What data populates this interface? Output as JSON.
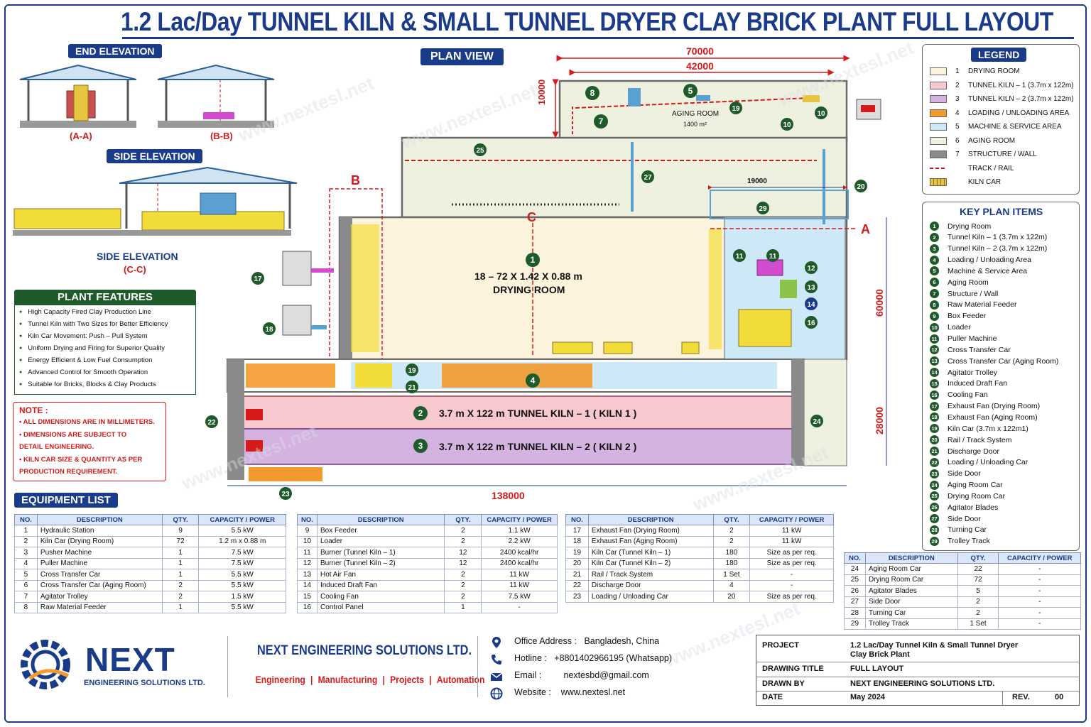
{
  "title": "1.2 Lac/Day TUNNEL KILN & SMALL TUNNEL DRYER CLAY BRICK PLANT FULL LAYOUT",
  "views": {
    "end_elevation": "END ELEVATION",
    "section_a": "(A-A)",
    "section_b": "(B-B)",
    "side_elevation_tag": "SIDE ELEVATION",
    "side_elevation_label": "SIDE ELEVATION",
    "side_elevation_section": "(C-C)",
    "plan_view": "PLAN VIEW"
  },
  "dimensions": {
    "d70000": "70000",
    "d42000": "42000",
    "d10000": "10000",
    "d19000": "19000",
    "d60000": "60000",
    "d28000": "28000",
    "d138000": "138000"
  },
  "plan": {
    "aging_room": "AGING ROOM",
    "aging_area": "1400 m²",
    "drying_dims": "18 – 72 X 1.42 X 0.88 m",
    "drying_room": "DRYING ROOM",
    "kiln1": "3.7 m X 122 m TUNNEL KILN – 1  ( KILN 1 )",
    "kiln2": "3.7 m X 122 m TUNNEL KILN – 2  ( KILN 2 )",
    "section_a": "A",
    "section_b": "B",
    "section_c": "C",
    "markers": [
      "1",
      "2",
      "3",
      "4",
      "5",
      "7",
      "8",
      "10",
      "10",
      "11",
      "11",
      "12",
      "13",
      "14",
      "16",
      "17",
      "18",
      "19",
      "19",
      "20",
      "21",
      "22",
      "23",
      "24",
      "25",
      "27",
      "29"
    ]
  },
  "legend": {
    "title": "LEGEND",
    "items": [
      {
        "num": "1",
        "label": "DRYING ROOM",
        "color": "#fbf3dc"
      },
      {
        "num": "2",
        "label": "TUNNEL KILN – 1 (3.7m x 122m)",
        "color": "#f7c9cf"
      },
      {
        "num": "3",
        "label": "TUNNEL KILN – 2 (3.7m x 122m)",
        "color": "#d5b3e0"
      },
      {
        "num": "4",
        "label": "LOADING / UNLOADING AREA",
        "color": "#f39a2e"
      },
      {
        "num": "5",
        "label": "MACHINE & SERVICE AREA",
        "color": "#cde8f6"
      },
      {
        "num": "6",
        "label": "AGING ROOM",
        "color": "#eef1df"
      },
      {
        "num": "7",
        "label": "STRUCTURE / WALL",
        "color": "#8a8a8a"
      },
      {
        "num": "",
        "label": "TRACK / RAIL",
        "color": ""
      },
      {
        "num": "",
        "label": "KILN CAR",
        "color": ""
      }
    ]
  },
  "key_plan": {
    "title": "KEY PLAN ITEMS",
    "items": [
      "Drying Room",
      "Tunnel Kiln – 1 (3.7m x 122m)",
      "Tunnel Kiln – 2 (3.7m x 122m)",
      "Loading / Unloading Area",
      "Machine & Service Area",
      "Aging Room",
      "Structure / Wall",
      "Raw Material Feeder",
      "Box Feeder",
      "Loader",
      "Puller Machine",
      "Cross Transfer Car",
      "Cross Transfer Car (Aging Room)",
      "Agitator Trolley",
      "Induced Draft Fan",
      "Cooling Fan",
      "Exhaust Fan (Drying Room)",
      "Exhaust Fan (Aging Room)",
      "Kiln Car (3.7m x 122m1)",
      "Rail / Track System",
      "Discharge Door",
      "Loading / Unloading Car",
      "Side Door",
      "Aging Room Car",
      "Drying Room Car",
      "Agitator Blades",
      "Side Door",
      "Turning Car",
      "Trolley Track"
    ]
  },
  "features": {
    "title": "PLANT FEATURES",
    "items": [
      "High Capacity Fired Clay Production Line",
      "Tunnel Kiln with Two Sizes for Better Efficiency",
      "Kiln Car Movement: Push – Pull System",
      "Uniform Drying and Firing for Superior Quality",
      "Energy Efficient & Low Fuel Consumption",
      "Advanced Control for Smooth Operation",
      "Suitable for Bricks, Blocks & Clay Products"
    ]
  },
  "note": {
    "title": "NOTE :",
    "lines": [
      "• ALL DIMENSIONS ARE IN MILLIMETERS.",
      "• DIMENSIONS ARE SUBJECT TO",
      "   DETAIL ENGINEERING.",
      "• KILN CAR SIZE & QUANTITY AS PER",
      "   PRODUCTION REQUIREMENT."
    ]
  },
  "equipment": {
    "title": "EQUIPMENT LIST",
    "headers": [
      "NO.",
      "DESCRIPTION",
      "QTY.",
      "CAPACITY / POWER"
    ],
    "table1": [
      [
        "1",
        "Hydraulic Station",
        "9",
        "5.5 kW"
      ],
      [
        "2",
        "Kiln Car (Drying Room)",
        "72",
        "1.2 m x 0.88 m"
      ],
      [
        "3",
        "Pusher Machine",
        "1",
        "7.5 kW"
      ],
      [
        "4",
        "Puller Machine",
        "1",
        "7.5 kW"
      ],
      [
        "5",
        "Cross Transfer Car",
        "1",
        "5.5 kW"
      ],
      [
        "6",
        "Cross Transfer Car (Aging Room)",
        "2",
        "5.5 kW"
      ],
      [
        "7",
        "Agitator Trolley",
        "2",
        "1.5 kW"
      ],
      [
        "8",
        "Raw Material Feeder",
        "1",
        "5.5 kW"
      ]
    ],
    "table2": [
      [
        "9",
        "Box Feeder",
        "2",
        "1.1 kW"
      ],
      [
        "10",
        "Loader",
        "2",
        "2.2 kW"
      ],
      [
        "11",
        "Burner (Tunnel Kiln – 1)",
        "12",
        "2400 kcal/hr"
      ],
      [
        "12",
        "Burner (Tunnel Kiln – 2)",
        "12",
        "2400 kcal/hr"
      ],
      [
        "13",
        "Hot Air Fan",
        "2",
        "11 kW"
      ],
      [
        "14",
        "Induced Draft Fan",
        "2",
        "11 kW"
      ],
      [
        "15",
        "Cooling Fan",
        "2",
        "7.5 kW"
      ],
      [
        "16",
        "Control Panel",
        "1",
        "-"
      ]
    ],
    "table3": [
      [
        "17",
        "Exhaust Fan (Drying Room)",
        "2",
        "11 kW"
      ],
      [
        "18",
        "Exhaust Fan (Aging Room)",
        "2",
        "11 kW"
      ],
      [
        "19",
        "Kiln Car (Tunnel Kiln – 1)",
        "180",
        "Size as per req."
      ],
      [
        "20",
        "Kiln Car (Tunnel Kiln – 2)",
        "180",
        "Size as per req."
      ],
      [
        "21",
        "Rail / Track System",
        "1 Set",
        "-"
      ],
      [
        "22",
        "Discharge Door",
        "4",
        "-"
      ],
      [
        "23",
        "Loading / Unloading Car",
        "20",
        "Size as per req."
      ]
    ],
    "table4": [
      [
        "24",
        "Aging Room Car",
        "22",
        "-"
      ],
      [
        "25",
        "Drying Room Car",
        "72",
        "-"
      ],
      [
        "26",
        "Agitator Blades",
        "5",
        "-"
      ],
      [
        "27",
        "Side Door",
        "2",
        "-"
      ],
      [
        "28",
        "Turning Car",
        "2",
        "-"
      ],
      [
        "29",
        "Trolley Track",
        "1 Set",
        "-"
      ]
    ]
  },
  "company": {
    "logo_text": "NEXT",
    "logo_sub": "ENGINEERING SOLUTIONS LTD.",
    "name": "NEXT ENGINEERING SOLUTIONS LTD.",
    "services": [
      "Engineering",
      "|",
      "Manufacturing",
      "|",
      "Projects",
      "|",
      "Automation"
    ]
  },
  "contact": {
    "office_label": "Office Address  :",
    "office_value": "Bangladesh, China",
    "hotline_label": "Hotline  :",
    "hotline_value": "+8801402966195 (Whatsapp)",
    "email_label": "Email  :",
    "email_value": "nextesbd@gmail.com",
    "website_label": "Website  :",
    "website_value": "www.nextesl.net"
  },
  "title_block": {
    "project_label": "PROJECT",
    "project_value_1": "1.2 Lac/Day Tunnel Kiln & Small Tunnel Dryer",
    "project_value_2": "Clay Brick Plant",
    "drawing_title_label": "DRAWING TITLE",
    "drawing_title_value": "FULL LAYOUT",
    "drawn_by_label": "DRAWN BY",
    "drawn_by_value": "NEXT ENGINEERING SOLUTIONS LTD.",
    "date_label": "DATE",
    "date_value": "May 2024",
    "rev_label": "REV.",
    "rev_value": "00"
  },
  "watermark": "www.nextesl.net",
  "colors": {
    "navy": "#1a3a8a",
    "green": "#1e5a2a",
    "red": "#d41a1a",
    "drying": "#fbf3dc",
    "kiln1": "#f7c9cf",
    "kiln2": "#d5b3e0",
    "loading": "#f39a2e",
    "service": "#cde8f6",
    "aging": "#eef1df"
  }
}
